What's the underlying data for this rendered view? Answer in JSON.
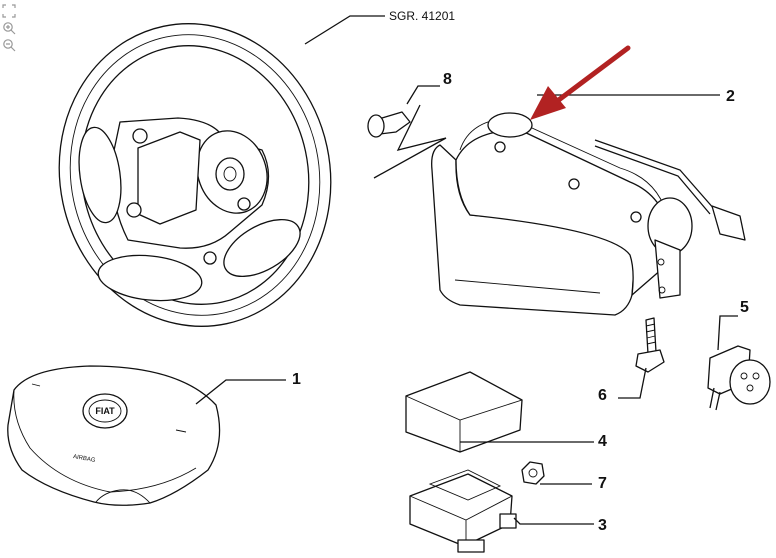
{
  "viewer": {
    "tools": [
      {
        "name": "fit-icon"
      },
      {
        "name": "zoom-in-icon"
      },
      {
        "name": "zoom-out-icon"
      }
    ]
  },
  "diagram": {
    "reference": "SGR. 41201",
    "emblem_text": "FIAT",
    "airbag_text": "AIRBAG",
    "callouts": [
      {
        "id": "1",
        "label": "1"
      },
      {
        "id": "2",
        "label": "2"
      },
      {
        "id": "3",
        "label": "3"
      },
      {
        "id": "4",
        "label": "4"
      },
      {
        "id": "5",
        "label": "5"
      },
      {
        "id": "6",
        "label": "6"
      },
      {
        "id": "7",
        "label": "7"
      },
      {
        "id": "8",
        "label": "8"
      }
    ],
    "highlight_arrow_color": "#b22222"
  }
}
